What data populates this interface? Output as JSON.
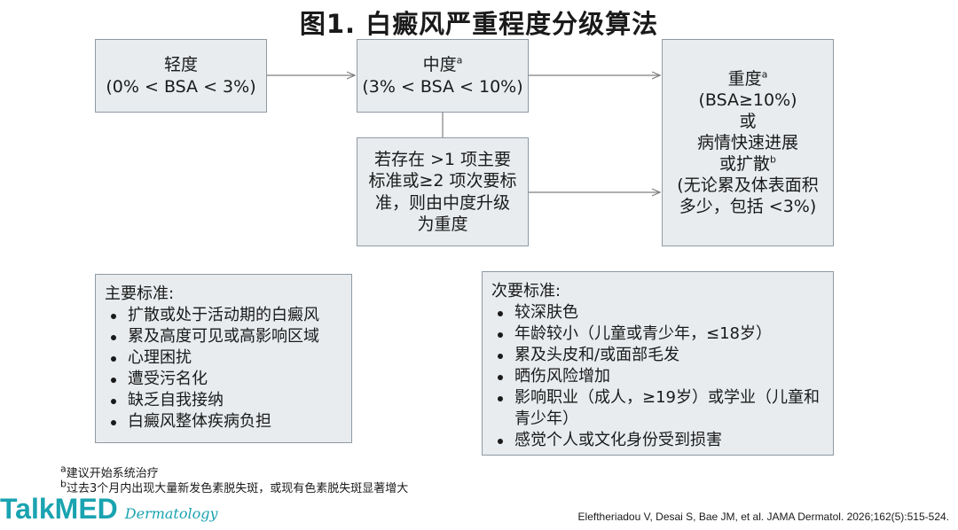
{
  "title": "图1. 白癜风严重程度分级算法",
  "boxes": {
    "mild": {
      "line1": "轻度",
      "line2": "(0% < BSA < 3%)"
    },
    "moderate": {
      "line1": "中度",
      "sup": "a",
      "line2": "(3% < BSA < 10%)"
    },
    "upgrade": {
      "lines": [
        "若存在 >1 项主要",
        "标准或≥2 项次要标",
        "准，则由中度升级",
        "为重度"
      ]
    },
    "severe": {
      "line1": "重度",
      "sup1": "a",
      "line2": "(BSA≥10%)",
      "line3": "或",
      "line4": "病情快速进展",
      "line5": "或扩散",
      "sup5": "b",
      "line6": "(无论累及体表面积",
      "line7": "多少，包括 <3%)"
    }
  },
  "major": {
    "heading": "主要标准:",
    "items": [
      "扩散或处于活动期的白癜风",
      "累及高度可见或高影响区域",
      "心理困扰",
      "遭受污名化",
      "缺乏自我接纳",
      "白癜风整体疾病负担"
    ]
  },
  "minor": {
    "heading": "次要标准:",
    "items": [
      "较深肤色",
      "年龄较小（儿童或青少年，≤18岁）",
      "累及头皮和/或面部毛发",
      "晒伤风险增加",
      "影响职业（成人，≥19岁）或学业（儿童和青少年）",
      "感觉个人或文化身份受到损害"
    ]
  },
  "footnotes": {
    "a_mark": "a",
    "a_text": "建议开始系统治疗",
    "b_mark": "b",
    "b_text": "过去3个月内出现大量新发色素脱失斑，或现有色素脱失斑显著增大"
  },
  "logo": {
    "main": "TalkMED",
    "sub": "Dermatology"
  },
  "citation": "Eleftheriadou V, Desai S, Bae JM, et al. JAMA Dermatol. 2026;162(5):515-524.",
  "colors": {
    "box_fill": "#e8ecef",
    "box_border": "#8f9aa3",
    "arrow": "#7f7f7f",
    "logo": "#1aa3b0"
  }
}
